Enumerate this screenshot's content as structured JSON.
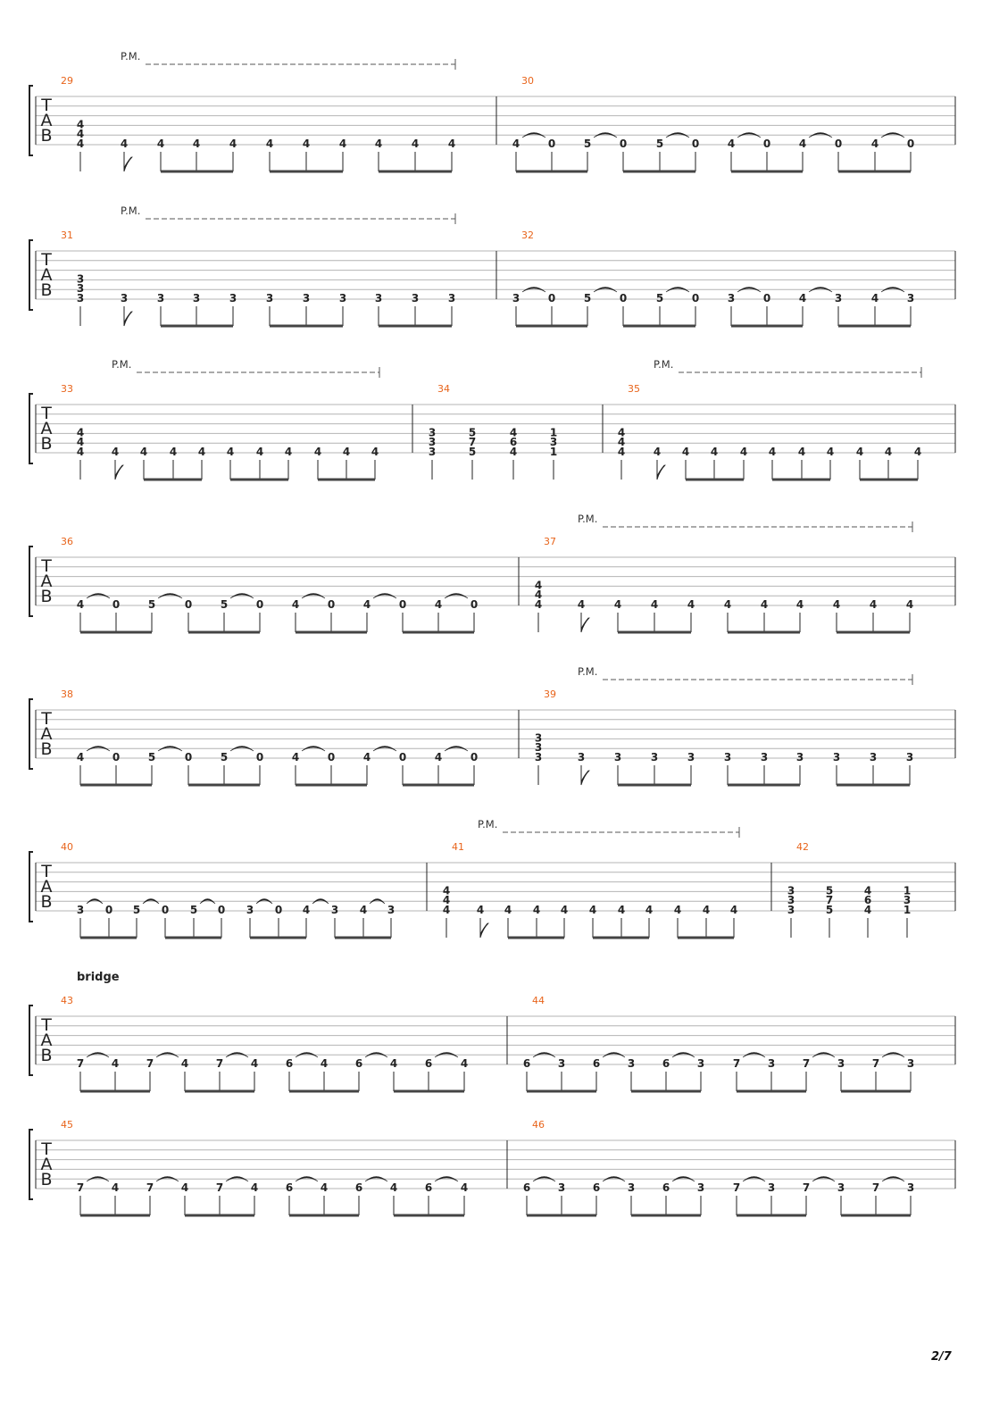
{
  "page_number": "2/7",
  "tab_clef": [
    "T",
    "A",
    "B"
  ],
  "colors": {
    "measure_number": "#e8641b",
    "staff_line": "#b4b4b4",
    "ink": "#222222"
  },
  "systems": [
    {
      "section_label": "",
      "measures": [
        {
          "number": "29",
          "pm": true,
          "chord": [
            "4",
            "4",
            "4"
          ],
          "notes": [
            "4",
            "4",
            "4",
            "4",
            "4",
            "4",
            "4",
            "4",
            "4",
            "4"
          ],
          "ties": []
        },
        {
          "number": "30",
          "pm": false,
          "chord": null,
          "notes": [
            "4",
            "0",
            "5",
            "0",
            "5",
            "0",
            "4",
            "0",
            "4",
            "0",
            "4",
            "0"
          ],
          "ties": [
            [
              0,
              1
            ],
            [
              2,
              3
            ],
            [
              4,
              5
            ],
            [
              6,
              7
            ],
            [
              8,
              9
            ],
            [
              10,
              11
            ]
          ]
        }
      ]
    },
    {
      "section_label": "",
      "measures": [
        {
          "number": "31",
          "pm": true,
          "chord": [
            "3",
            "3",
            "3"
          ],
          "notes": [
            "3",
            "3",
            "3",
            "3",
            "3",
            "3",
            "3",
            "3",
            "3",
            "3"
          ],
          "ties": []
        },
        {
          "number": "32",
          "pm": false,
          "chord": null,
          "notes": [
            "3",
            "0",
            "5",
            "0",
            "5",
            "0",
            "3",
            "0",
            "4",
            "3",
            "4",
            "3"
          ],
          "ties": [
            [
              0,
              1
            ],
            [
              2,
              3
            ],
            [
              4,
              5
            ],
            [
              6,
              7
            ],
            [
              8,
              9
            ],
            [
              10,
              11
            ]
          ]
        }
      ]
    },
    {
      "section_label": "",
      "measures": [
        {
          "number": "33",
          "pm": true,
          "chord": [
            "4",
            "4",
            "4"
          ],
          "notes": [
            "4",
            "4",
            "4",
            "4",
            "4",
            "4",
            "4",
            "4",
            "4",
            "4"
          ],
          "ties": []
        },
        {
          "number": "34",
          "pm": false,
          "chords": [
            [
              "3",
              "3",
              "3"
            ],
            [
              "5",
              "7",
              "5"
            ],
            [
              "4",
              "6",
              "4"
            ],
            [
              "1",
              "3",
              "1"
            ]
          ]
        },
        {
          "number": "35",
          "pm": true,
          "chord": [
            "4",
            "4",
            "4"
          ],
          "notes": [
            "4",
            "4",
            "4",
            "4",
            "4",
            "4",
            "4",
            "4",
            "4",
            "4"
          ],
          "ties": []
        }
      ]
    },
    {
      "section_label": "",
      "measures": [
        {
          "number": "36",
          "pm": false,
          "chord": null,
          "notes": [
            "4",
            "0",
            "5",
            "0",
            "5",
            "0",
            "4",
            "0",
            "4",
            "0",
            "4",
            "0"
          ],
          "ties": [
            [
              0,
              1
            ],
            [
              2,
              3
            ],
            [
              4,
              5
            ],
            [
              6,
              7
            ],
            [
              8,
              9
            ],
            [
              10,
              11
            ]
          ]
        },
        {
          "number": "37",
          "pm": true,
          "chord": [
            "4",
            "4",
            "4"
          ],
          "notes": [
            "4",
            "4",
            "4",
            "4",
            "4",
            "4",
            "4",
            "4",
            "4",
            "4"
          ],
          "ties": []
        }
      ]
    },
    {
      "section_label": "",
      "measures": [
        {
          "number": "38",
          "pm": false,
          "chord": null,
          "notes": [
            "4",
            "0",
            "5",
            "0",
            "5",
            "0",
            "4",
            "0",
            "4",
            "0",
            "4",
            "0"
          ],
          "ties": [
            [
              0,
              1
            ],
            [
              2,
              3
            ],
            [
              4,
              5
            ],
            [
              6,
              7
            ],
            [
              8,
              9
            ],
            [
              10,
              11
            ]
          ]
        },
        {
          "number": "39",
          "pm": true,
          "chord": [
            "3",
            "3",
            "3"
          ],
          "notes": [
            "3",
            "3",
            "3",
            "3",
            "3",
            "3",
            "3",
            "3",
            "3",
            "3"
          ],
          "ties": []
        }
      ]
    },
    {
      "section_label": "",
      "measures": [
        {
          "number": "40",
          "pm": false,
          "chord": null,
          "notes": [
            "3",
            "0",
            "5",
            "0",
            "5",
            "0",
            "3",
            "0",
            "4",
            "3",
            "4",
            "3"
          ],
          "ties": [
            [
              0,
              1
            ],
            [
              2,
              3
            ],
            [
              4,
              5
            ],
            [
              6,
              7
            ],
            [
              8,
              9
            ],
            [
              10,
              11
            ]
          ]
        },
        {
          "number": "41",
          "pm": true,
          "chord": [
            "4",
            "4",
            "4"
          ],
          "notes": [
            "4",
            "4",
            "4",
            "4",
            "4",
            "4",
            "4",
            "4",
            "4",
            "4"
          ],
          "ties": []
        },
        {
          "number": "42",
          "pm": false,
          "chords": [
            [
              "3",
              "3",
              "3"
            ],
            [
              "5",
              "7",
              "5"
            ],
            [
              "4",
              "6",
              "4"
            ],
            [
              "1",
              "3",
              "1"
            ]
          ]
        }
      ]
    },
    {
      "section_label": "bridge",
      "measures": [
        {
          "number": "43",
          "pm": false,
          "chord": null,
          "notes": [
            "7",
            "4",
            "7",
            "4",
            "7",
            "4",
            "6",
            "4",
            "6",
            "4",
            "6",
            "4"
          ],
          "ties": [
            [
              0,
              1
            ],
            [
              2,
              3
            ],
            [
              4,
              5
            ],
            [
              6,
              7
            ],
            [
              8,
              9
            ],
            [
              10,
              11
            ]
          ]
        },
        {
          "number": "44",
          "pm": false,
          "chord": null,
          "notes": [
            "6",
            "3",
            "6",
            "3",
            "6",
            "3",
            "7",
            "3",
            "7",
            "3",
            "7",
            "3"
          ],
          "ties": [
            [
              0,
              1
            ],
            [
              2,
              3
            ],
            [
              4,
              5
            ],
            [
              6,
              7
            ],
            [
              8,
              9
            ],
            [
              10,
              11
            ]
          ]
        }
      ]
    },
    {
      "section_label": "",
      "measures": [
        {
          "number": "45",
          "pm": false,
          "chord": null,
          "notes": [
            "7",
            "4",
            "7",
            "4",
            "7",
            "4",
            "6",
            "4",
            "6",
            "4",
            "6",
            "4"
          ],
          "ties": [
            [
              0,
              1
            ],
            [
              2,
              3
            ],
            [
              4,
              5
            ],
            [
              6,
              7
            ],
            [
              8,
              9
            ],
            [
              10,
              11
            ]
          ]
        },
        {
          "number": "46",
          "pm": false,
          "chord": null,
          "notes": [
            "6",
            "3",
            "6",
            "3",
            "6",
            "3",
            "7",
            "3",
            "7",
            "3",
            "7",
            "3"
          ],
          "ties": [
            [
              0,
              1
            ],
            [
              2,
              3
            ],
            [
              4,
              5
            ],
            [
              6,
              7
            ],
            [
              8,
              9
            ],
            [
              10,
              11
            ]
          ]
        }
      ]
    }
  ],
  "palm_mute_label": "P.M."
}
